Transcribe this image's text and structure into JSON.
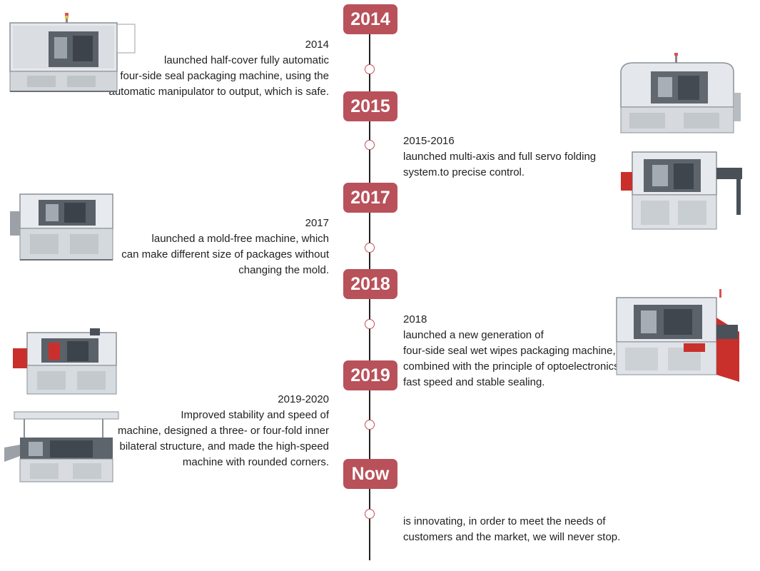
{
  "colors": {
    "badge": "#b9515a",
    "axis": "#222222",
    "dot_border": "#c0505a"
  },
  "years": [
    "2014",
    "2015",
    "2017",
    "2018",
    "2019",
    "Now"
  ],
  "entries": [
    {
      "lines": [
        "2014",
        "launched half-cover fully automatic",
        "four-side seal packaging machine, using the",
        "automatic manipulator to output, which is safe."
      ]
    },
    {
      "lines": [
        "2015-2016",
        "launched multi-axis and full servo folding",
        "system.to precise control."
      ]
    },
    {
      "lines": [
        "2017",
        "launched a mold-free machine, which",
        "can make different size of packages without",
        "changing the mold."
      ]
    },
    {
      "lines": [
        "2018",
        "launched a new generation of",
        "four-side seal wet wipes packaging machine,",
        "combined with the principle of optoelectronics,",
        "fast speed and stable sealing."
      ]
    },
    {
      "lines": [
        "2019-2020",
        "Improved stability and speed of",
        "machine, designed a three- or four-fold inner",
        "bilateral structure, and made the high-speed",
        "machine with rounded corners."
      ]
    },
    {
      "lines": [
        "is innovating, in order to meet the needs of",
        "customers and the market, we will never stop."
      ]
    }
  ]
}
